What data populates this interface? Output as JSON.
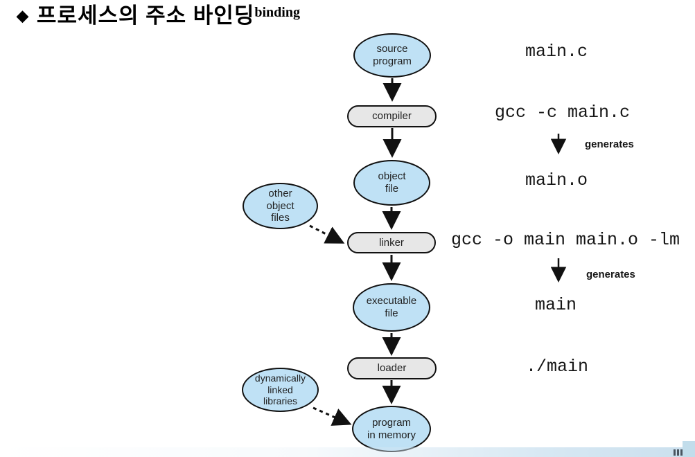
{
  "title": {
    "bullet": "◆",
    "text": "프로세스의 주소 바인딩",
    "superscript": "binding"
  },
  "colors": {
    "node_blue": "#bfe1f5",
    "node_gray": "#e7e7e7",
    "border": "#111111",
    "footer_blue": "#c2ddeb"
  },
  "diagram": {
    "nodes": [
      {
        "id": "source-program",
        "shape": "ellipse",
        "label": "source\nprogram"
      },
      {
        "id": "compiler",
        "shape": "rounded-rect",
        "label": "compiler"
      },
      {
        "id": "object-file",
        "shape": "ellipse",
        "label": "object\nfile"
      },
      {
        "id": "other-object-files",
        "shape": "ellipse",
        "label": "other\nobject\nfiles"
      },
      {
        "id": "linker",
        "shape": "rounded-rect",
        "label": "linker"
      },
      {
        "id": "executable-file",
        "shape": "ellipse",
        "label": "executable\nfile"
      },
      {
        "id": "loader",
        "shape": "rounded-rect",
        "label": "loader"
      },
      {
        "id": "dynamically-linked-libraries",
        "shape": "ellipse",
        "label": "dynamically\nlinked\nlibraries"
      },
      {
        "id": "program-in-memory",
        "shape": "ellipse",
        "label": "program\nin memory"
      }
    ]
  },
  "annotations": {
    "source_file": "main.c",
    "compile_cmd": "gcc -c main.c",
    "generates_1": "generates",
    "object_file": "main.o",
    "link_cmd": "gcc -o main main.o -lm",
    "generates_2": "generates",
    "exec_file": "main",
    "run_cmd": "./main"
  }
}
